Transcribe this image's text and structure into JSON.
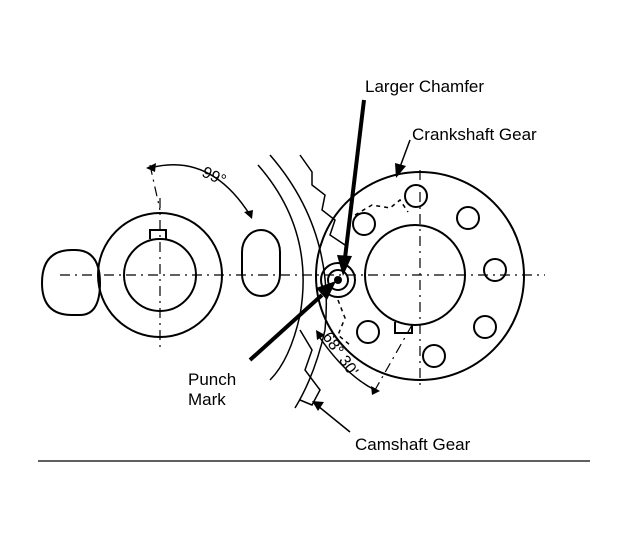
{
  "labels": {
    "larger_chamfer": "Larger Chamfer",
    "crankshaft_gear": "Crankshaft Gear",
    "punch_mark_line1": "Punch",
    "punch_mark_line2": "Mark",
    "camshaft_gear": "Camshaft Gear"
  },
  "angles": {
    "cam_angle": "99°",
    "crank_angle": "68° 30'"
  }
}
